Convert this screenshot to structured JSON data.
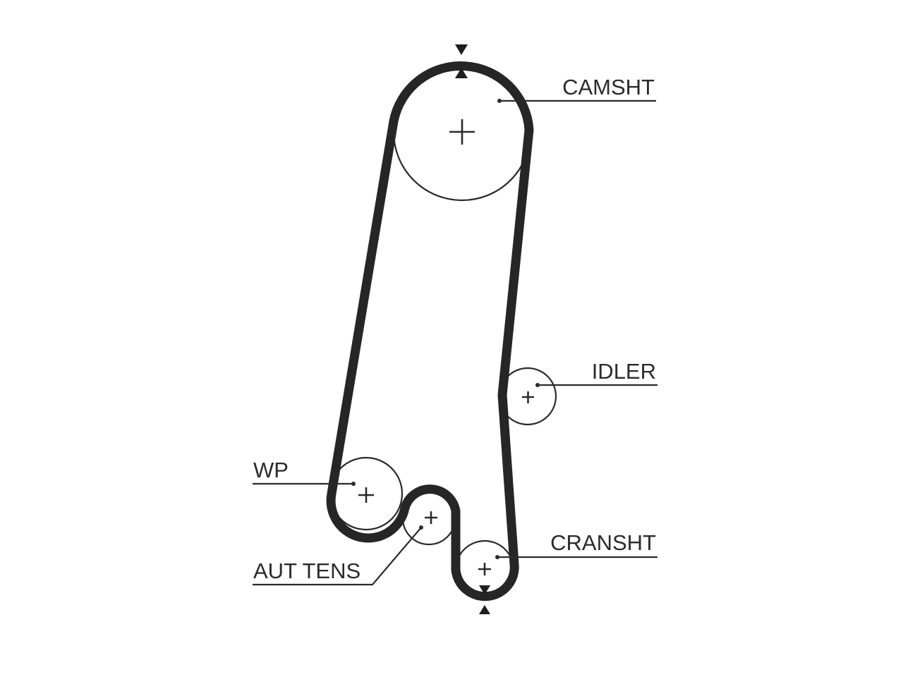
{
  "diagram": {
    "labels": {
      "camshaft": "CAMSHT",
      "idler": "IDLER",
      "water_pump": "WP",
      "auto_tensioner": "AUT TENS",
      "crankshaft": "CRANSHT"
    },
    "colors": {
      "belt": "#262626",
      "line": "#2b2b2b",
      "background": "#ffffff"
    }
  }
}
